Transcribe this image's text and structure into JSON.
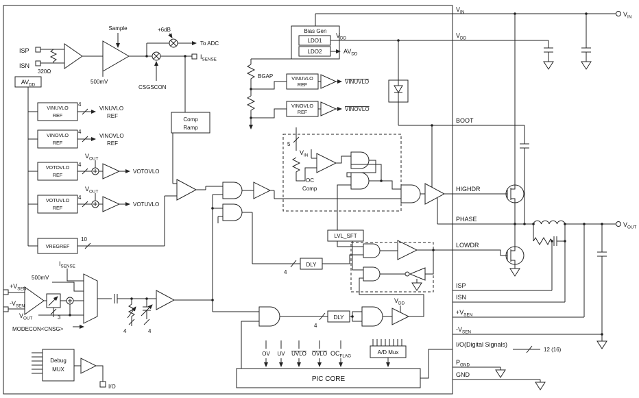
{
  "d": {
    "cs": {
      "sample": "Sample",
      "res": "320Ω",
      "ref": "500mV",
      "gain": "+6dB",
      "to_adc": "To ADC",
      "csgscon": "CSGSCON"
    },
    "refs": {
      "b1a": "VINUVLO",
      "b1b": "REF",
      "b2a": "VINOVLO",
      "b2b": "REF",
      "b3a": "VOTOVLO",
      "b3b": "REF",
      "b4a": "VOTUVLO",
      "b4b": "REF",
      "b5": "VREGREF",
      "o3": "VOTOVLO",
      "o4": "VOTUVLO",
      "n4": "4",
      "n10": "10"
    },
    "ramp": {
      "a": "Comp",
      "b": "Ramp"
    },
    "bias": {
      "title": "Bias Gen",
      "ldo1": "LDO1",
      "ldo2": "LDO2",
      "bgap": "BGAP",
      "o1": "VINUVLO",
      "o2": "VINOVLO"
    },
    "oc": {
      "n5": "5",
      "a": "OC",
      "b": "Comp"
    },
    "drv": {
      "lvl": "LVL_SFT",
      "dly": "DLY",
      "n4": "4"
    },
    "ea": {
      "ref": "500mV",
      "n3": "3",
      "n4": "4",
      "modecon": "MODECON<CNSG>"
    },
    "dbg": {
      "a": "Debug",
      "b": "MUX",
      "io": "I/O"
    },
    "pic": {
      "title": "PIC CORE",
      "ov": "OV",
      "uv": "UV",
      "uvlo": "UVLO",
      "ovlo": "OVLO",
      "oc": "OC",
      "flag": "FLAG",
      "admux": "A/D Mux"
    },
    "pins": {
      "v": "V",
      "in": "IN",
      "dd": "DD",
      "av": "AV",
      "out": "OUT",
      "sen": "SEN",
      "pv": "+V",
      "nv": "-V",
      "i": "I",
      "sense": "SENSE",
      "boot": "BOOT",
      "highdr": "HIGHDR",
      "phase": "PHASE",
      "lowdr": "LOWDR",
      "isp": "ISP",
      "isn": "ISN",
      "io": "I/O(Digital Signals)",
      "iobus": "12 (16)",
      "p": "P",
      "gnd": "GND"
    }
  }
}
